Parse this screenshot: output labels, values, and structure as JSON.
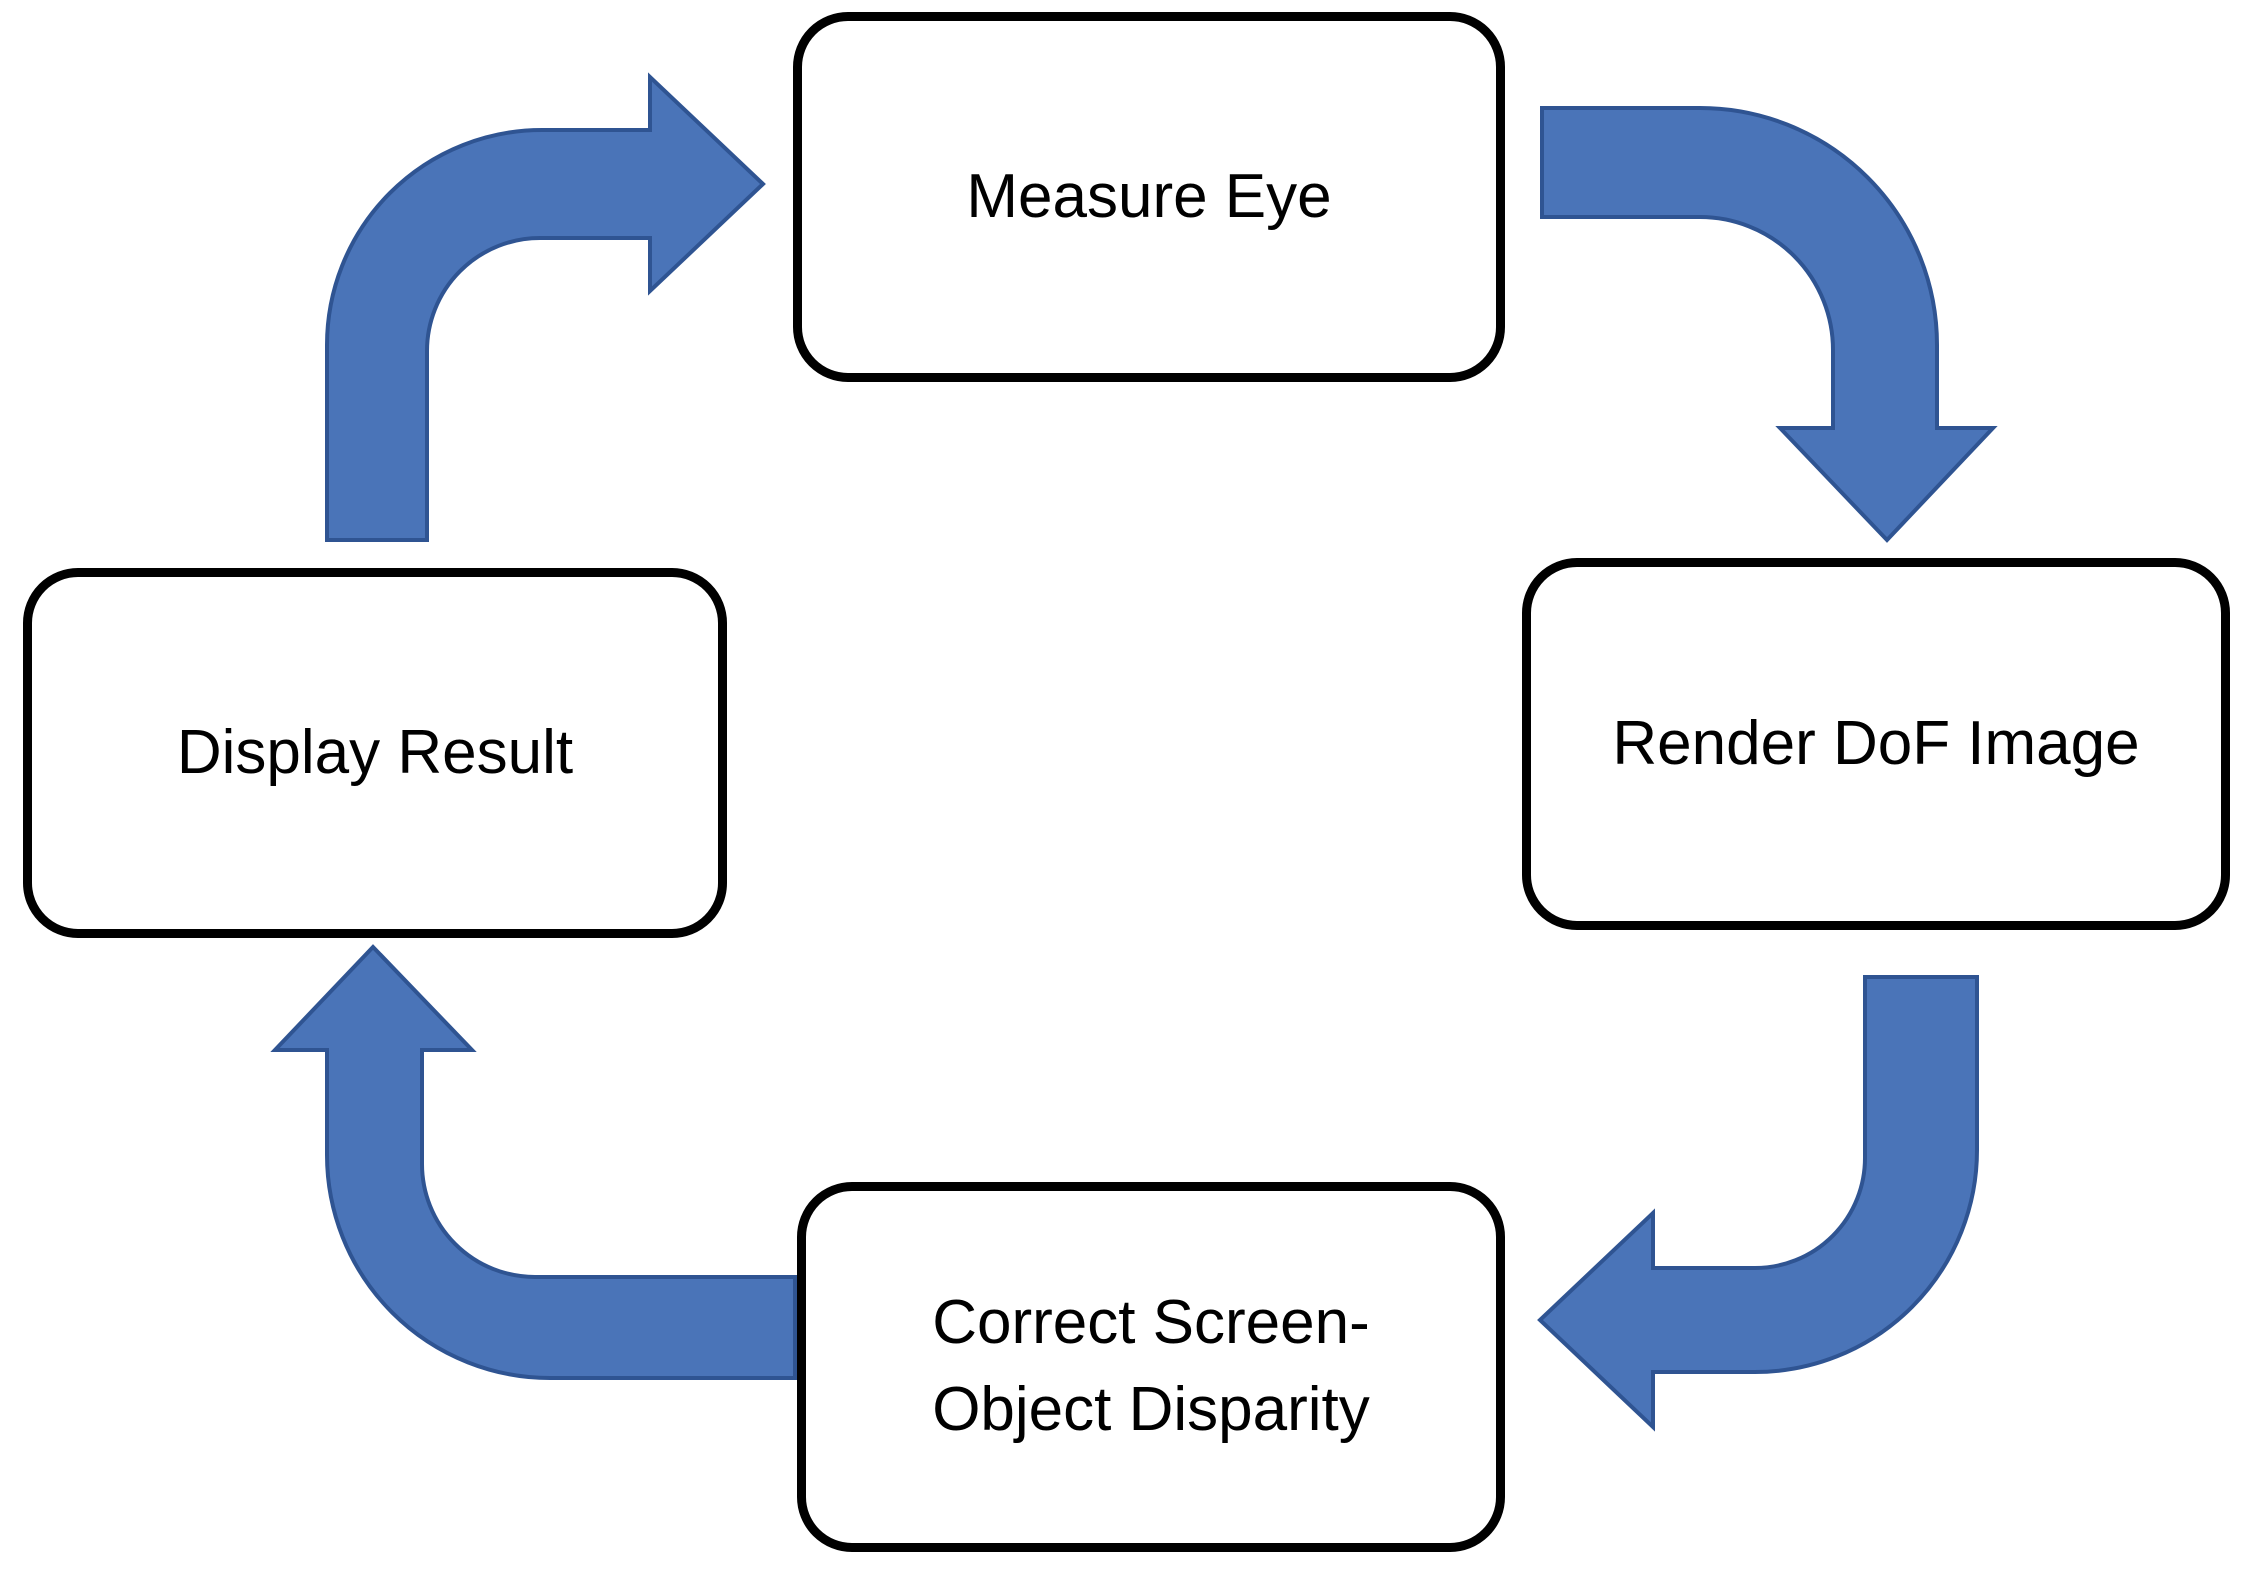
{
  "diagram": {
    "type": "cycle-flowchart",
    "nodes": [
      {
        "id": "measure-eye",
        "label": "Measure Eye"
      },
      {
        "id": "render-dof-image",
        "label": "Render DoF Image"
      },
      {
        "id": "correct-screen-object-disparity",
        "label": "Correct Screen-\nObject Disparity"
      },
      {
        "id": "display-result",
        "label": "Display Result"
      }
    ],
    "edges": [
      {
        "from": "measure-eye",
        "to": "render-dof-image",
        "shape": "elbow-arrow-right-then-down"
      },
      {
        "from": "render-dof-image",
        "to": "correct-screen-object-disparity",
        "shape": "elbow-arrow-down-then-left"
      },
      {
        "from": "correct-screen-object-disparity",
        "to": "display-result",
        "shape": "elbow-arrow-left-then-up"
      },
      {
        "from": "display-result",
        "to": "measure-eye",
        "shape": "elbow-arrow-up-then-right"
      }
    ],
    "colors": {
      "arrow-fill": "#4A74B8",
      "arrow-stroke": "#2F5492",
      "node-border": "#000000",
      "node-fill": "#FFFFFF",
      "text": "#000000",
      "background": "#FFFFFF"
    }
  }
}
